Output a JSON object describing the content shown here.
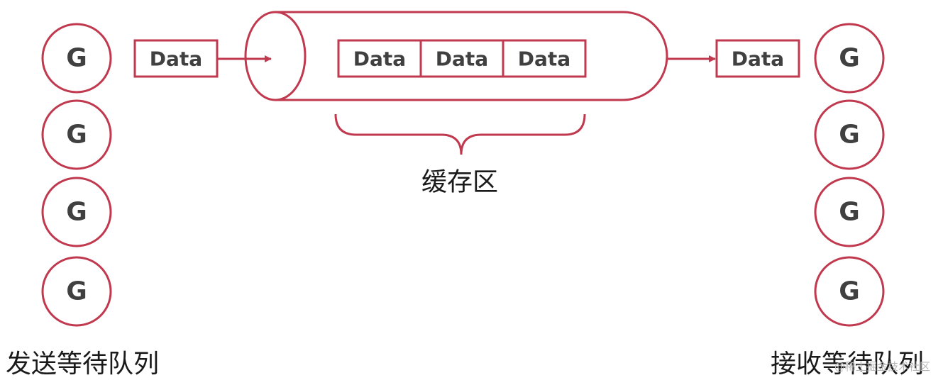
{
  "colors": {
    "accent": "#c0394e",
    "box_text": "#404040",
    "label_text": "#1a1a1a",
    "watermark": "#b8b8b8"
  },
  "send_queue": {
    "label": "发送等待队列",
    "goroutines": [
      "G",
      "G",
      "G",
      "G"
    ]
  },
  "receive_queue": {
    "label": "接收等待队列",
    "goroutines": [
      "G",
      "G",
      "G",
      "G"
    ]
  },
  "incoming_data": "Data",
  "outgoing_data": "Data",
  "buffer": {
    "label": "缓存区",
    "slots": [
      "Data",
      "Data",
      "Data"
    ]
  },
  "watermark": "@稀土掘金技术社区"
}
